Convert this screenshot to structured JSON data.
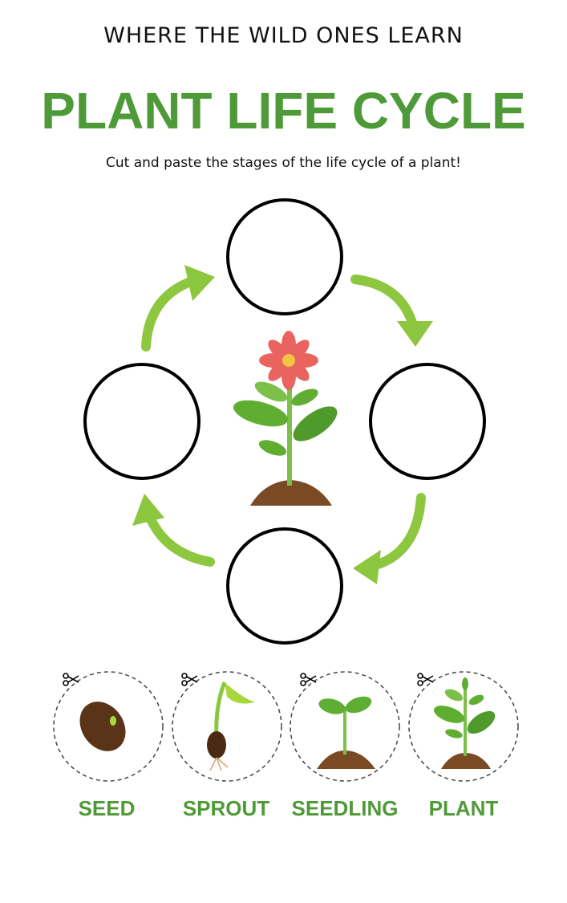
{
  "header": {
    "tagline": "WHERE THE WILD ONES LEARN",
    "title": "PLANT LIFE CYCLE",
    "instructions": "Cut and paste the stages of the life cycle of a plant!"
  },
  "stages": [
    {
      "label": "SEED",
      "icon": "seed-icon"
    },
    {
      "label": "SPROUT",
      "icon": "sprout-icon"
    },
    {
      "label": "SEEDLING",
      "icon": "seedling-icon"
    },
    {
      "label": "PLANT",
      "icon": "plant-icon"
    }
  ],
  "colors": {
    "title": "#4f9a38",
    "arrow": "#8dc63f",
    "soil": "#7a4a24",
    "leaf": "#5fae32",
    "petal": "#e9645f"
  }
}
